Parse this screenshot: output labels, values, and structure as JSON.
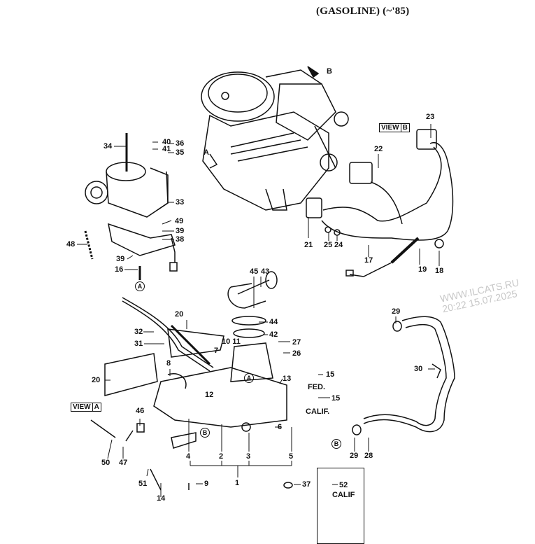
{
  "title": "(GASOLINE) (~'85)",
  "watermark": {
    "line1": "WWW.ILCATS.RU",
    "line2": "20:22 15.07.2025"
  },
  "views": {
    "view_a": {
      "word": "VIEW",
      "letter": "A"
    },
    "view_b": {
      "word": "VIEW",
      "letter": "B"
    }
  },
  "markers": {
    "a": "A",
    "b": "B"
  },
  "calif_box": {
    "part": "52",
    "note": "CALIF"
  },
  "notes": {
    "fed": "FED.",
    "calif": "CALIF."
  },
  "callouts": {
    "p1": "1",
    "p2a": "2",
    "p3": "3",
    "p4": "4",
    "p5": "5",
    "p6": "6",
    "p7": "7",
    "p8": "8",
    "p9": "9",
    "p1011": "10 11",
    "p12": "12",
    "p13": "13",
    "p14": "14",
    "p15a": "15",
    "p15b": "15",
    "p16": "16",
    "p17": "17",
    "p18": "18",
    "p19": "19",
    "p20a": "20",
    "p20b": "20",
    "p21": "21",
    "p22": "22",
    "p23": "23",
    "p24": "24",
    "p25": "25",
    "p26": "26",
    "p27": "27",
    "p28": "28",
    "p29a": "29",
    "p29b": "29",
    "p30": "30",
    "p31": "31",
    "p32": "32",
    "p33": "33",
    "p34": "34",
    "p35": "35",
    "p36": "36",
    "p37": "37",
    "p38": "38",
    "p39a": "39",
    "p39b": "39",
    "p40": "40",
    "p41": "41",
    "p42": "42",
    "p43": "43",
    "p44": "44",
    "p45": "45",
    "p46": "46",
    "p47": "47",
    "p48": "48",
    "p49": "49",
    "p50": "50",
    "p51": "51"
  }
}
